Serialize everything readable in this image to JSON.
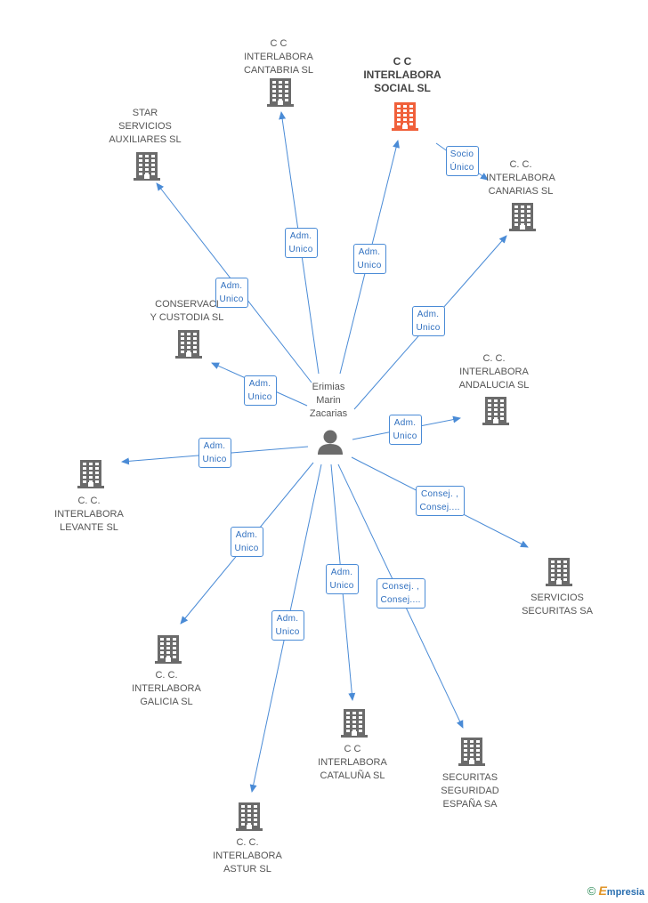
{
  "person": {
    "name": "Erimias\nMarin\nZacarias"
  },
  "nodes": [
    {
      "id": "cantabria",
      "label": "C C\nINTERLABORA\nCANTABRIA SL",
      "highlight": false
    },
    {
      "id": "social",
      "label": "C C\nINTERLABORA\nSOCIAL SL",
      "highlight": true
    },
    {
      "id": "star",
      "label": "STAR\nSERVICIOS\nAUXILIARES SL",
      "highlight": false
    },
    {
      "id": "canarias",
      "label": "C. C.\nINTERLABORA\nCANARIAS SL",
      "highlight": false
    },
    {
      "id": "conservacion",
      "label": "CONSERVACI\nY CUSTODIA SL",
      "highlight": false
    },
    {
      "id": "andalucia",
      "label": "C. C.\nINTERLABORA\nANDALUCIA SL",
      "highlight": false
    },
    {
      "id": "levante",
      "label": "C. C.\nINTERLABORA\nLEVANTE SL",
      "highlight": false
    },
    {
      "id": "securitas_serv",
      "label": "SERVICIOS\nSECURITAS SA",
      "highlight": false
    },
    {
      "id": "galicia",
      "label": "C. C.\nINTERLABORA\nGALICIA SL",
      "highlight": false
    },
    {
      "id": "cataluna",
      "label": "C C\nINTERLABORA\nCATALUÑA SL",
      "highlight": false
    },
    {
      "id": "securitas_esp",
      "label": "SECURITAS\nSEGURIDAD\nESPAÑA SA",
      "highlight": false
    },
    {
      "id": "astur",
      "label": "C. C.\nINTERLABORA\nASTUR SL",
      "highlight": false
    }
  ],
  "edges": [
    {
      "id": "to-cantabria",
      "label": "Adm.\nUnico"
    },
    {
      "id": "to-social",
      "label": "Adm.\nUnico"
    },
    {
      "id": "to-star",
      "label": "Adm.\nUnico"
    },
    {
      "id": "to-canarias",
      "label": "Adm.\nUnico"
    },
    {
      "id": "to-conservacion",
      "label": "Adm.\nUnico"
    },
    {
      "id": "to-andalucia",
      "label": "Adm.\nUnico"
    },
    {
      "id": "to-levante",
      "label": "Adm.\nUnico"
    },
    {
      "id": "to-securitas-serv",
      "label": "Consej. ,\nConsej...."
    },
    {
      "id": "to-galicia",
      "label": "Adm.\nUnico"
    },
    {
      "id": "to-cataluna",
      "label": "Adm.\nUnico"
    },
    {
      "id": "to-securitas-esp",
      "label": "Consej. ,\nConsej...."
    },
    {
      "id": "to-astur",
      "label": "Adm.\nUnico"
    },
    {
      "id": "social-to-canarias",
      "label": "Socio\nÚnico"
    }
  ],
  "colors": {
    "edge": "#4a8bd6",
    "building": "#6b6b6b",
    "highlight": "#f0603a",
    "person": "#6b6b6b"
  },
  "footer": {
    "copyright": "©",
    "brand_first": "E",
    "brand_rest": "mpresia"
  }
}
